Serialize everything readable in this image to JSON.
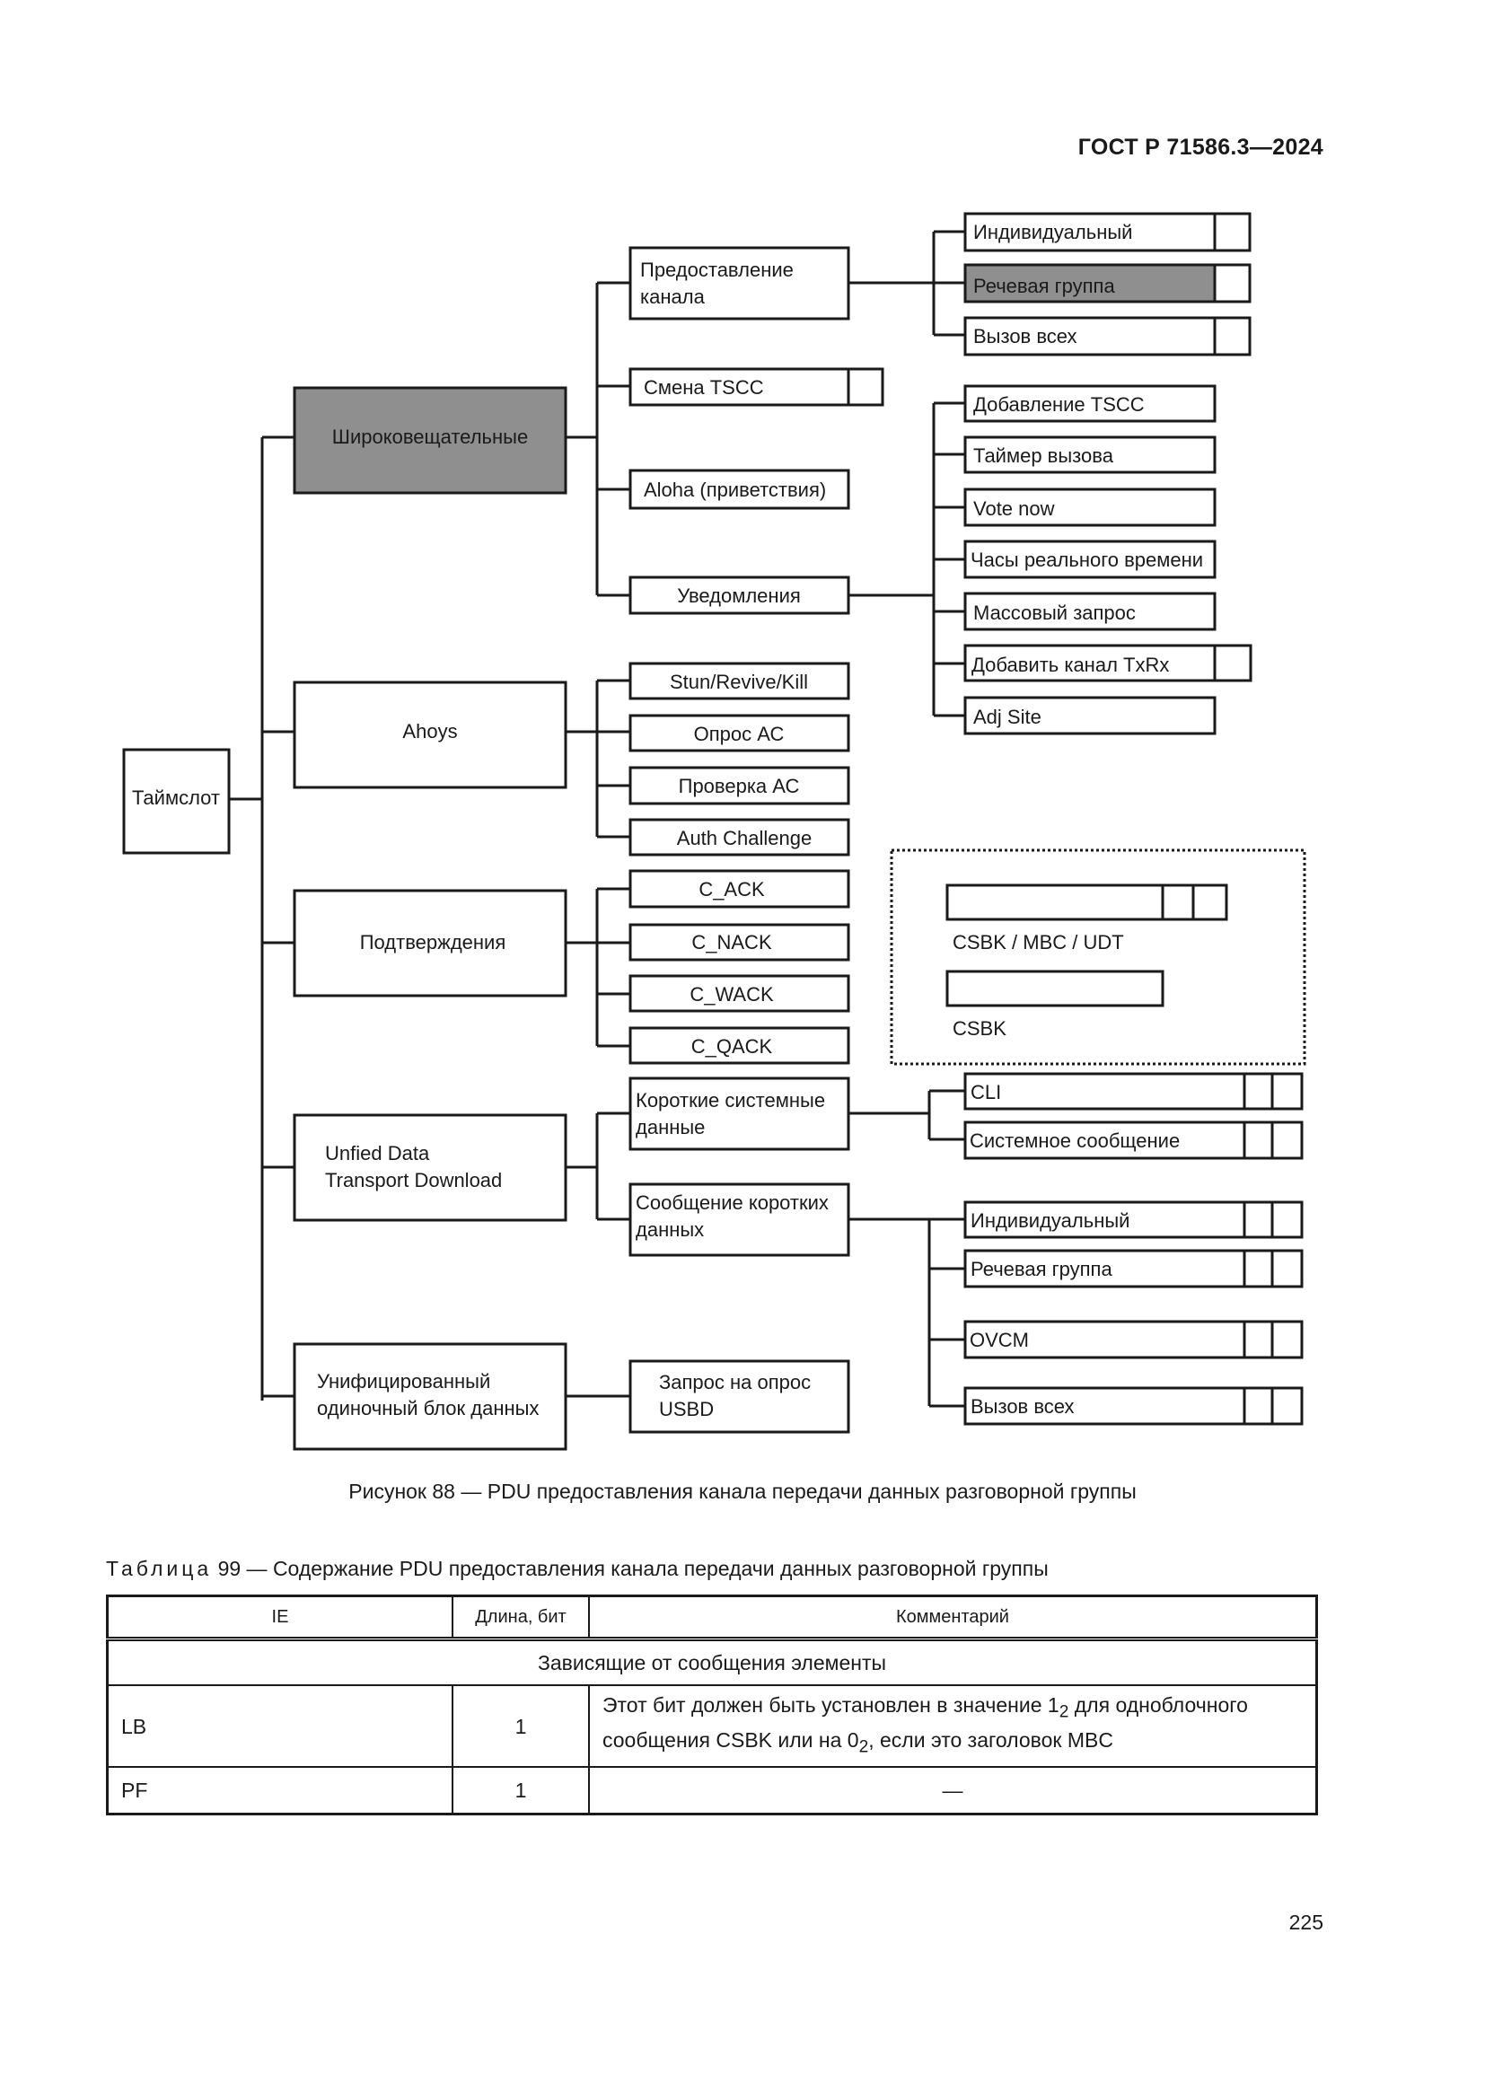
{
  "header": {
    "doc_id": "ГОСТ Р 71586.3—2024"
  },
  "diagram": {
    "root": "Таймслот",
    "level1": [
      "Широковещательные",
      "Ahoys",
      "Подтверждения",
      "Unfied Data\nTransport Download",
      "Унифицированный\nодиночный блок данных"
    ],
    "broadcast_children": [
      "Предоставление\nканала",
      "Смена TSCC",
      "Aloha (приветствия)",
      "Уведомления"
    ],
    "channel_grant_children": [
      "Индивидуальный",
      "Речевая группа",
      "Вызов всех"
    ],
    "notification_children": [
      "Добавление TSCC",
      "Таймер вызова",
      "Vote now",
      "Часы реального времени",
      "Массовый запрос",
      "Добавить канал TxRx",
      "Adj Site"
    ],
    "ahoys_children": [
      "Stun/Revive/Kill",
      "Опрос АС",
      "Проверка АС",
      "Auth Challenge"
    ],
    "ack_children": [
      "C_ACK",
      "C_NACK",
      "C_WACK",
      "C_QACK"
    ],
    "udt_children": [
      "Короткие системные\nданные",
      "Сообщение коротких\nданных"
    ],
    "short_system_children": [
      "CLI",
      "Системное сообщение"
    ],
    "short_data_children": [
      "Индивидуальный",
      "Речевая группа",
      "OVCM",
      "Вызов всех"
    ],
    "usbd_children": [
      "Запрос на опрос\nUSBD"
    ],
    "legend": {
      "csbk_mbc_udt": "CSBK / MBC / UDT",
      "csbk": "CSBK"
    },
    "colors": {
      "highlight": "#8f8f8f",
      "line": "#1a1a1a",
      "background": "#ffffff"
    }
  },
  "figure_caption": "Рисунок 88 — PDU предоставления канала передачи данных разговорной группы",
  "table": {
    "title_word": "Таблица",
    "title_rest": "99 — Содержание PDU предоставления канала передачи данных разговорной группы",
    "headers": [
      "IE",
      "Длина, бит",
      "Комментарий"
    ],
    "group_row": "Зависящие от сообщения элементы",
    "rows": [
      {
        "ie": "LB",
        "length": "1",
        "comment_line1_a": "Этот бит должен быть установлен в значение 1",
        "comment_line1_sub": "2",
        "comment_line1_b": " для одноблочного",
        "comment_line2_a": "сообщения CSBK или на 0",
        "comment_line2_sub": "2",
        "comment_line2_b": ", если это заголовок MBC"
      },
      {
        "ie": "PF",
        "length": "1",
        "comment": "—"
      }
    ]
  },
  "page_number": "225"
}
